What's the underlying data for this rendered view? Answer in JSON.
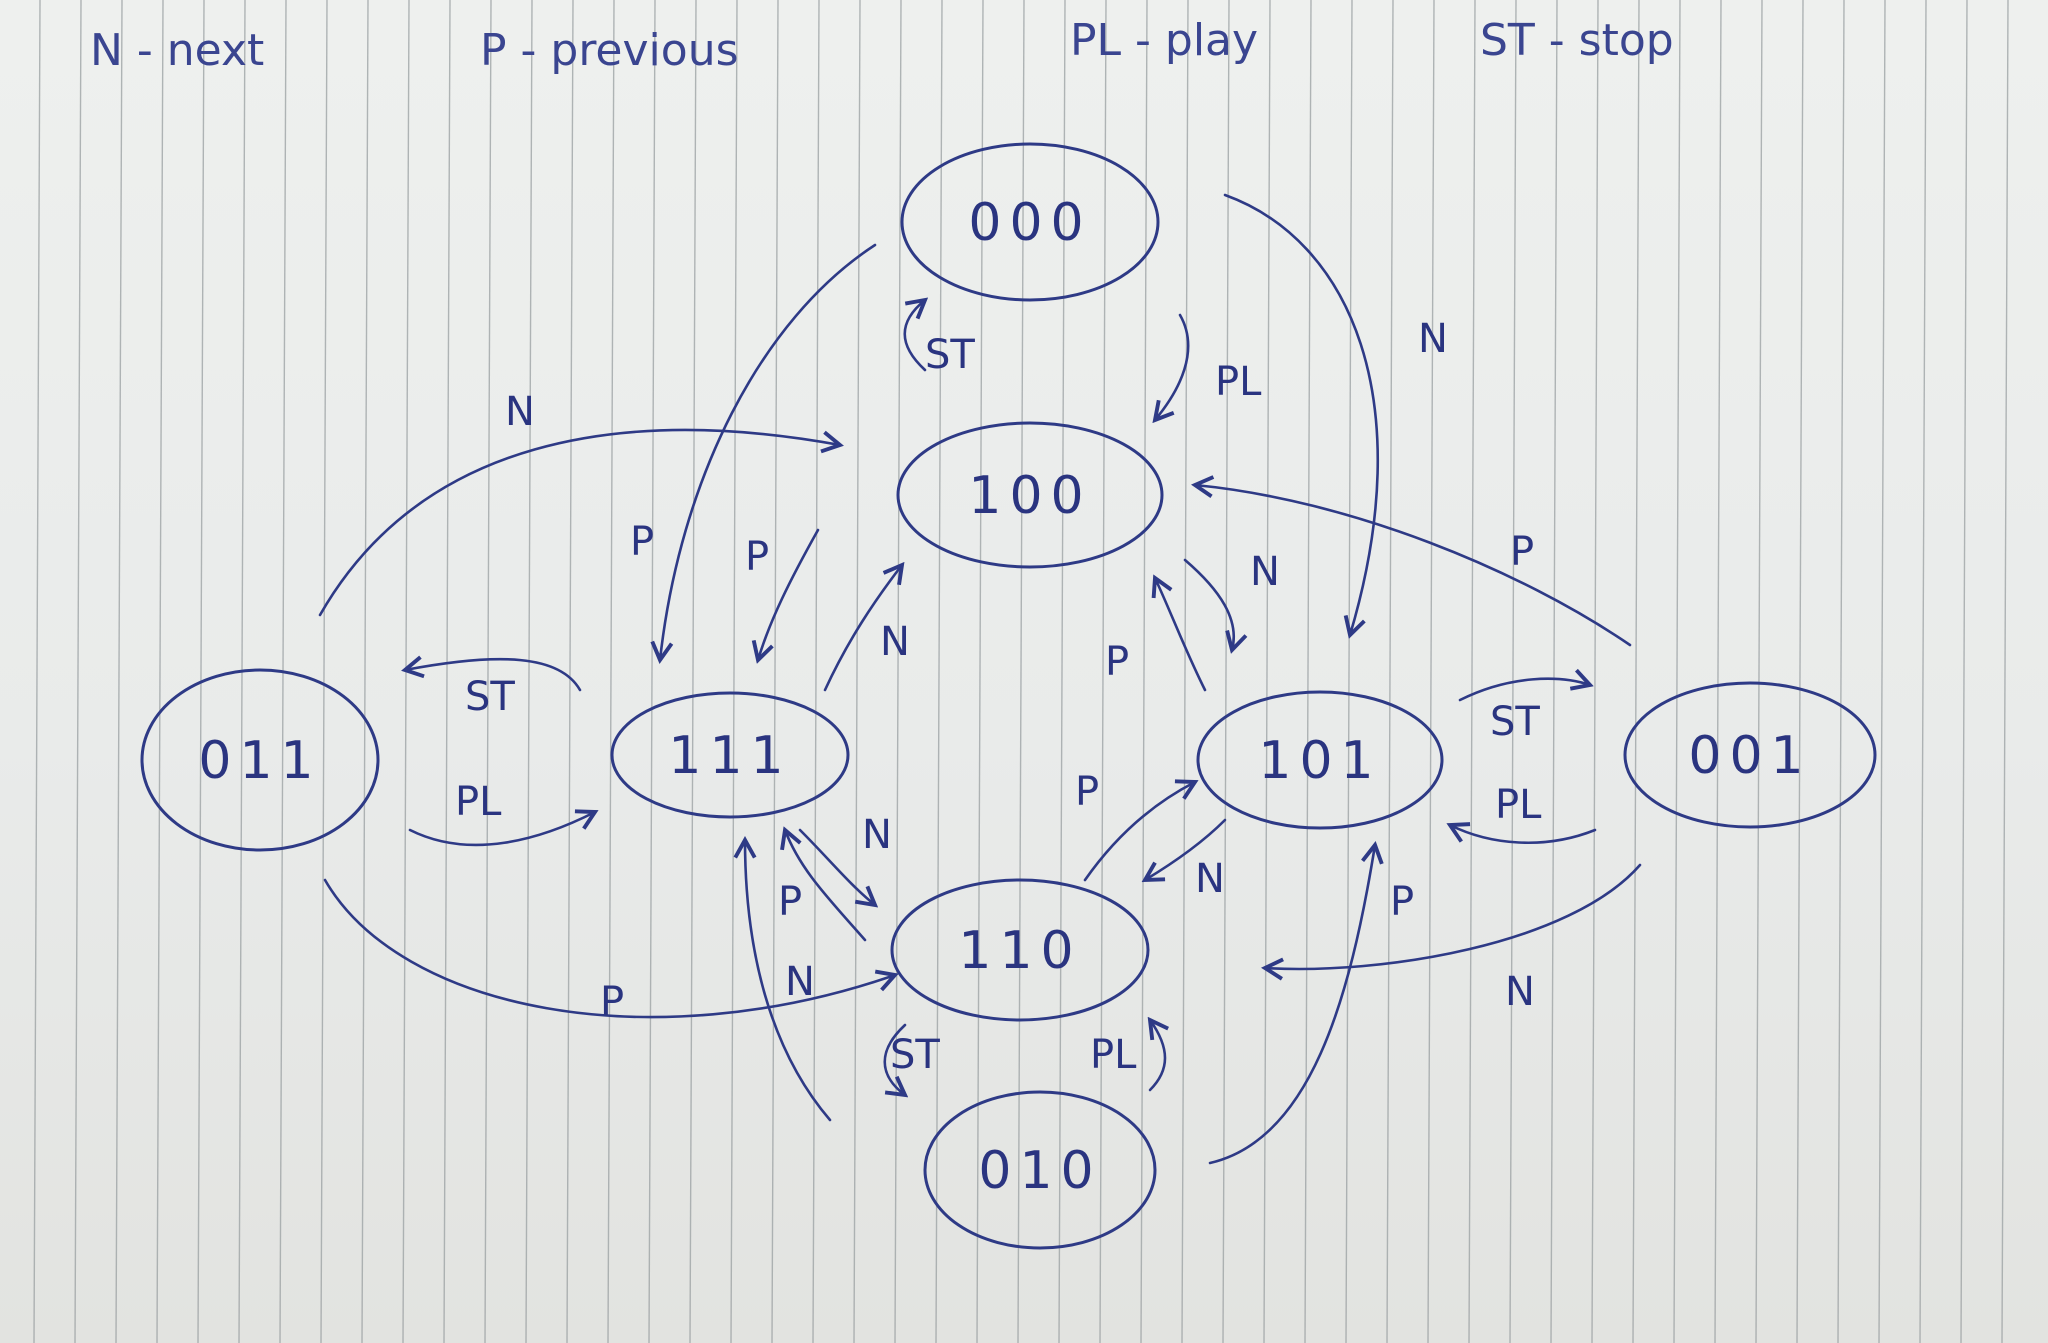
{
  "legend": {
    "next": "N - next",
    "previous": "P - previous",
    "play": "PL - play",
    "stop": "ST - stop"
  },
  "states": {
    "s000": "000",
    "s100": "100",
    "s011": "011",
    "s111": "111",
    "s101": "101",
    "s001": "001",
    "s110": "110",
    "s010": "010"
  },
  "transitions": {
    "st_100_000": "ST",
    "pl_000_100": "PL",
    "n_011_100": "N",
    "n_000_101": "N",
    "p_000_111": "P",
    "p_100_111": "P",
    "n_111_100": "N",
    "n_100_101": "N",
    "p_101_100": "P",
    "p_001_100": "P",
    "st_111_011": "ST",
    "pl_011_111": "PL",
    "st_001_101": "ST",
    "pl_001_101": "PL",
    "p_110_101": "P",
    "n_101_110": "N",
    "n_111_110": "N",
    "p_110_111": "P",
    "n_010_110": "N",
    "p_011_110": "P",
    "p_010_101": "P",
    "n_001_110": "N",
    "st_110_010": "ST",
    "pl_010_110": "PL"
  },
  "colors": {
    "ink": "#2e3a86",
    "paper": "#eceeed",
    "rule_line": "#9aa0a2"
  }
}
